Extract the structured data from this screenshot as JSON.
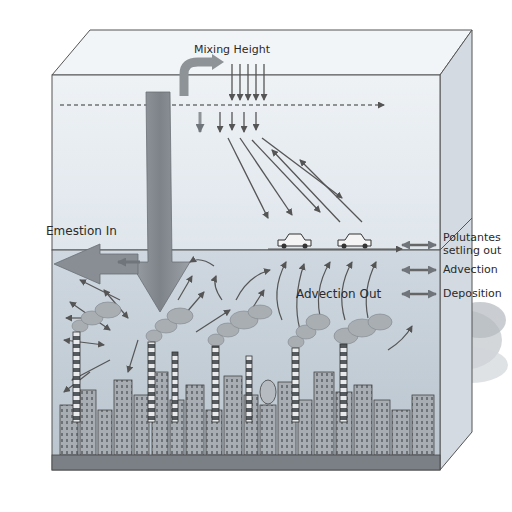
{
  "diagram": {
    "labels": [
      "Mixing Height",
      "Emestion In",
      "Polutantes setling out",
      "Advection",
      "Advection Out",
      "Deposition"
    ]
  }
}
